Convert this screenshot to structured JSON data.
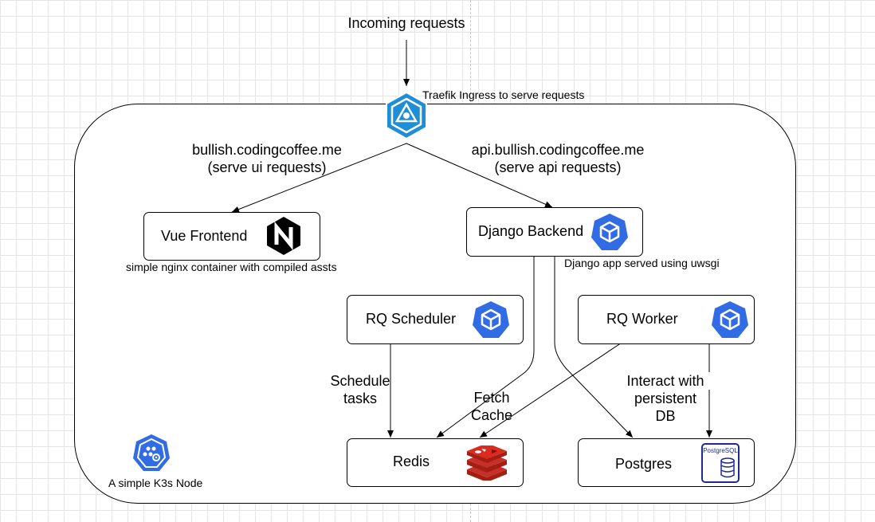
{
  "title": "Incoming requests",
  "ingress": {
    "icon": "traefik-ingress-icon",
    "label": "Traefik Ingress to serve requests"
  },
  "routes": {
    "ui": {
      "host": "bullish.codingcoffee.me",
      "desc": "(serve ui requests)"
    },
    "api": {
      "host": "api.bullish.codingcoffee.me",
      "desc": "(serve api requests)"
    }
  },
  "boxes": {
    "frontend": {
      "label": "Vue Frontend",
      "icon": "nginx-icon",
      "note": "simple nginx container with compiled assts"
    },
    "backend": {
      "label": "Django Backend",
      "icon": "kubernetes-pod-icon",
      "note": "Django app served using uwsgi"
    },
    "scheduler": {
      "label": "RQ Scheduler",
      "icon": "kubernetes-pod-icon"
    },
    "worker": {
      "label": "RQ Worker",
      "icon": "kubernetes-pod-icon"
    },
    "redis": {
      "label": "Redis",
      "icon": "redis-icon"
    },
    "postgres": {
      "label": "Postgres",
      "icon": "postgresql-icon",
      "icon_text": "PostgreSQL"
    }
  },
  "edge_labels": {
    "schedule_line1": "Schedule",
    "schedule_line2": "tasks",
    "fetch_line1": "Fetch",
    "fetch_line2": "Cache",
    "interact_line1": "Interact with",
    "interact_line2": "persistent",
    "interact_line3": "DB"
  },
  "node": {
    "icon": "k3s-node-icon",
    "label": "A simple K3s Node"
  },
  "colors": {
    "k8s_blue": "#326ce5",
    "ingress_blue": "#1f8ed6",
    "redis_red": "#c6302b",
    "postgres_navy": "#1e2a8f"
  }
}
